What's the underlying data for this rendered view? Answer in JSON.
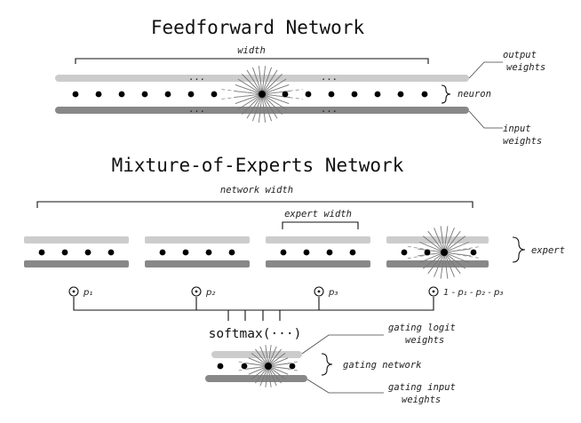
{
  "ffn": {
    "title": "Feedforward Network",
    "width_label": "width",
    "output_weights": [
      "output",
      "weights"
    ],
    "input_weights": [
      "input",
      "weights"
    ],
    "neuron_label": "neuron",
    "ellipsis": "..."
  },
  "moe": {
    "title": "Mixture-of-Experts Network",
    "network_width_label": "network width",
    "expert_width_label": "expert width",
    "expert_label": "expert",
    "probabilities": [
      "p₁",
      "p₂",
      "p₃",
      "1 - p₁ - p₂ - p₃"
    ],
    "softmax_label": "softmax(···)",
    "gating_logit_weights": [
      "gating logit",
      "weights"
    ],
    "gating_network_label": "gating network",
    "gating_input_weights": [
      "gating input",
      "weights"
    ],
    "gate_symbol": "⊙"
  },
  "colors": {
    "output_weights_bar": "#cccccc",
    "input_weights_bar": "#888888",
    "neuron": "#000000"
  }
}
